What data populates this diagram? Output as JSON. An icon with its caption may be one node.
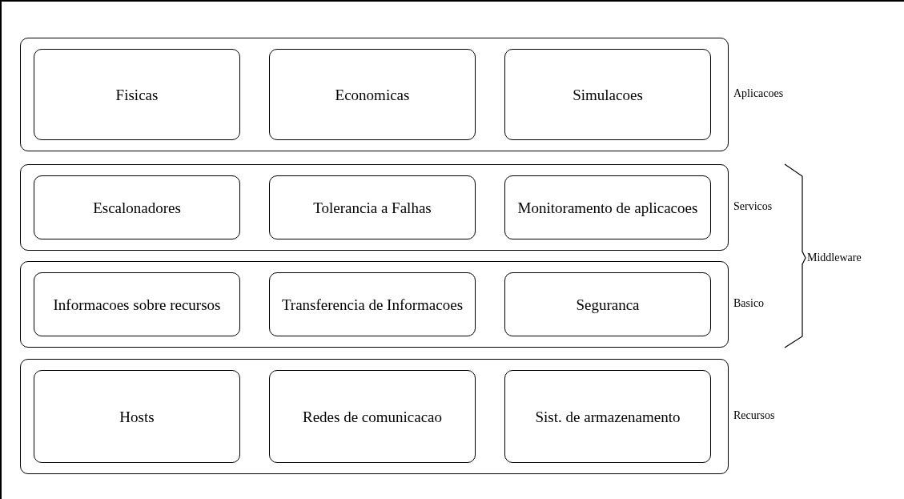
{
  "diagram": {
    "nodes": [
      {
        "text": [
          "Aplicacoes"
        ]
      },
      {
        "text": [
          "Fisicas"
        ],
        "in": 0
      },
      {
        "text": [
          "Economicas"
        ],
        "in": 0
      },
      {
        "text": [
          "Simulacoes"
        ],
        "in": 0
      },
      {
        "text": [
          "Servicos"
        ]
      },
      {
        "text": [
          "Escalonadores"
        ],
        "in": 4
      },
      {
        "text": [
          "Tolerancia a Falhas"
        ],
        "in": 4
      },
      {
        "text": [
          "Monitoramento de aplicacoes"
        ],
        "in": 4
      },
      {
        "text": [
          "Basico"
        ]
      },
      {
        "text": [
          "Informacoes sobre recursos"
        ],
        "in": 8
      },
      {
        "text": [
          "Transferencia de Informacoes"
        ],
        "in": 8
      },
      {
        "text": [
          "Seguranca"
        ],
        "in": 8
      },
      {
        "text": [
          "Recursos"
        ]
      },
      {
        "text": [
          "Hosts"
        ],
        "in": 12
      },
      {
        "text": [
          "Redes de comunicacao"
        ],
        "in": 12
      },
      {
        "text": [
          "Sist. de armazenamento"
        ],
        "in": 12
      }
    ],
    "edges": [],
    "labels": [
      "Middleware"
    ]
  }
}
